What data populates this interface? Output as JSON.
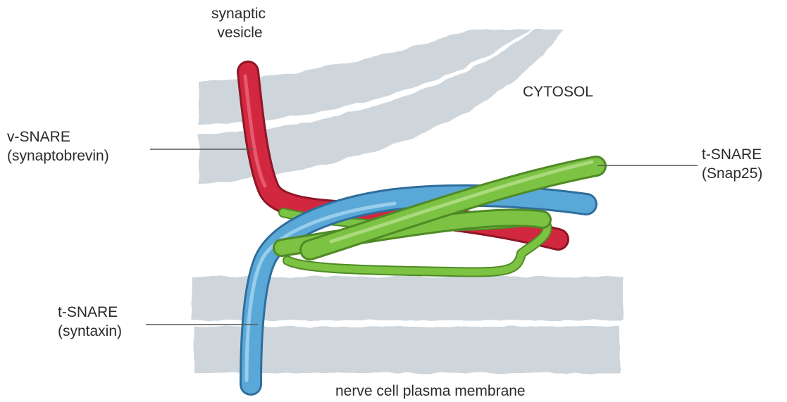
{
  "labels": {
    "vesicle_line1": "synaptic",
    "vesicle_line2": "vesicle",
    "cytosol": "CYTOSOL",
    "v_snare_line1": "v-SNARE",
    "v_snare_line2": "(synaptobrevin)",
    "t_snare_snap_line1": "t-SNARE",
    "t_snare_snap_line2": "(Snap25)",
    "t_snare_syn_line1": "t-SNARE",
    "t_snare_syn_line2": "(syntaxin)",
    "membrane": "nerve cell plasma membrane"
  },
  "colors": {
    "membrane": "#c9d1d8",
    "v_snare": "#d2283f",
    "syntaxin": "#5aa8d8",
    "snap25": "#7cc243",
    "leader": "#555555"
  }
}
